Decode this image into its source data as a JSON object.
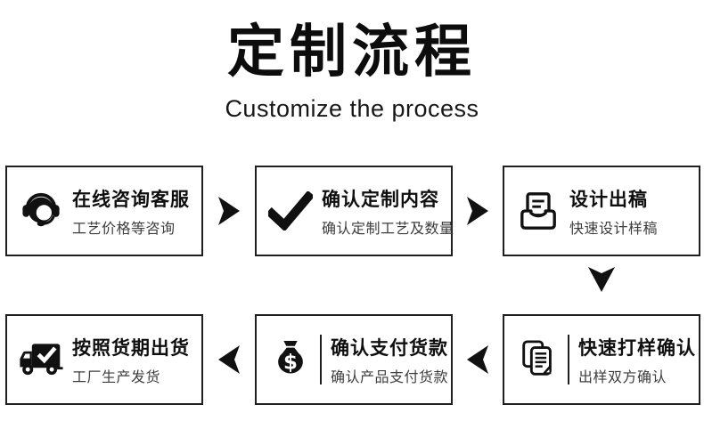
{
  "header": {
    "title": "定制流程",
    "subtitle": "Customize the process"
  },
  "steps": [
    {
      "icon": "headset-icon",
      "title": "在线咨询客服",
      "subtitle": "工艺价格等咨询"
    },
    {
      "icon": "checkmark-icon",
      "title": "确认定制内容",
      "subtitle": "确认定制工艺及数量"
    },
    {
      "icon": "design-draft-icon",
      "title": "设计出稿",
      "subtitle": "快速设计样稿"
    },
    {
      "icon": "sample-documents-icon",
      "title": "快速打样确认",
      "subtitle": "出样双方确认"
    },
    {
      "icon": "money-bag-icon",
      "title": "确认支付货款",
      "subtitle": "确认产品支付货款"
    },
    {
      "icon": "delivery-truck-icon",
      "title": "按照货期出货",
      "subtitle": "工厂生产发货"
    }
  ],
  "glyphs": {
    "dollar": "$"
  },
  "colors": {
    "ink": "#111111",
    "box_border": "#1f1f1f",
    "step_title_text": "#0f0f0f",
    "step_subtitle_text": "#3d3d3d",
    "background": "#ffffff"
  }
}
